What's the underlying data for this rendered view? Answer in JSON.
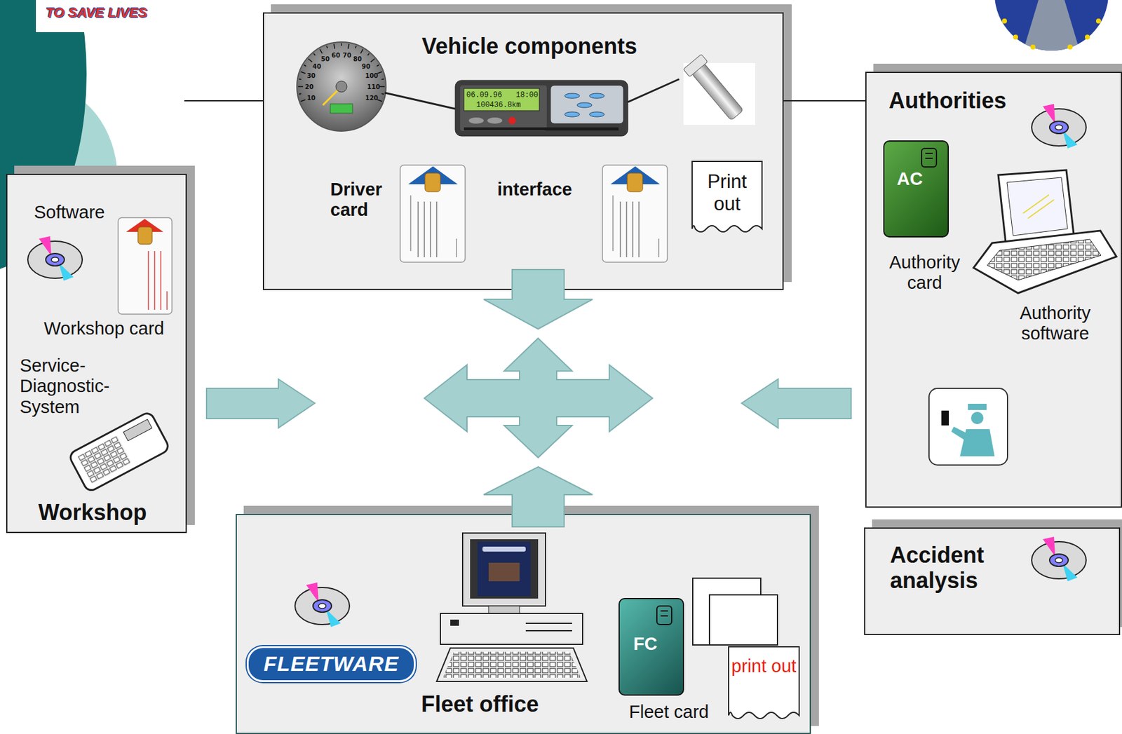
{
  "diagram": {
    "nodes": [
      {
        "text": [
          "Vehicle components",
          "Driver card",
          "interface"
        ]
      },
      {
        "text": [
          "Print out"
        ],
        "in": 0
      },
      {
        "text": [
          "Software",
          "Workshop card",
          "Service- Diagnostic- System",
          "Workshop"
        ]
      },
      {
        "text": [
          "Authorities",
          "Authority card",
          "Authority software"
        ]
      },
      {
        "text": [
          "AC"
        ],
        "in": 3
      },
      {
        "text": [
          "Accident analysis"
        ]
      },
      {
        "text": [
          "Fleet office",
          "Fleet card"
        ]
      },
      {
        "text": [
          "FLEETWARE"
        ],
        "in": 6
      },
      {
        "text": [
          "FC"
        ],
        "in": 6
      },
      {
        "text": [
          "print out"
        ],
        "in": 6
      }
    ],
    "edges": [
      {
        "from": 0,
        "to": 3,
        "arrow": "none"
      }
    ],
    "labels": [
      "TO SAVE LIVES",
      "10",
      "20",
      "30",
      "40",
      "50",
      "60",
      "70",
      "80",
      "90",
      "100",
      "110",
      "120",
      "06.09.96",
      "18:00",
      "100436.8km"
    ]
  }
}
